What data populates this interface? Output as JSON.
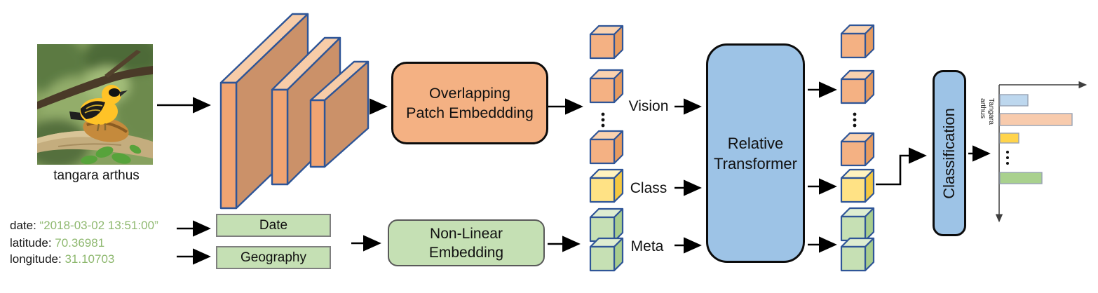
{
  "figure": {
    "input_image": {
      "caption": "tangara arthus"
    },
    "metadata_lines": [
      {
        "label": "date: ",
        "value": "“2018-03-02 13:51:00”"
      },
      {
        "label": "latitude: ",
        "value": "70.36981"
      },
      {
        "label": "longitude: ",
        "value": "31.10703"
      }
    ],
    "meta_input_boxes": {
      "date": "Date",
      "geography": "Geography"
    },
    "patch_embedding": {
      "line1": "Overlapping",
      "line2": "Patch Embeddding"
    },
    "nonlinear_embedding": {
      "line1": "Non-Linear",
      "line2": "Embedding"
    },
    "transformer": {
      "line1": "Relative",
      "line2": "Transformer"
    },
    "classification_label": "Classification",
    "token_labels": {
      "vision": "Vision",
      "class": "Class",
      "meta": "Meta"
    }
  },
  "colors": {
    "vision_token_orange": "#F4B183",
    "class_token_yellow": "#FFE285",
    "meta_token_green": "#C6E0B4",
    "cube_outline_blue": "#2F5597",
    "embedding_box_orange": "#F4B183",
    "embedding_box_green": "#C5E0B4",
    "transformer_blue": "#9DC3E6",
    "metadata_value_green": "#8EB86F",
    "arrow_black": "#000000"
  },
  "chart_data": {
    "type": "bar",
    "orientation": "horizontal",
    "title": "",
    "xlabel": "",
    "ylabel": "",
    "axis_range": [
      0,
      1
    ],
    "gridlines": false,
    "bars": [
      {
        "label": "",
        "value": 0.31,
        "color": "#BDD7EE"
      },
      {
        "label": "Tangara arthus",
        "value": 0.79,
        "color": "#F8CBAD"
      },
      {
        "label": "",
        "value": 0.21,
        "color": "#FFD44C"
      },
      {
        "label": "",
        "value": 0.46,
        "color": "#A9D18E"
      }
    ],
    "ellipsis_between_bars": [
      2,
      3
    ],
    "note": "unlabeled class-probability bars; values are relative lengths read from pixels"
  }
}
